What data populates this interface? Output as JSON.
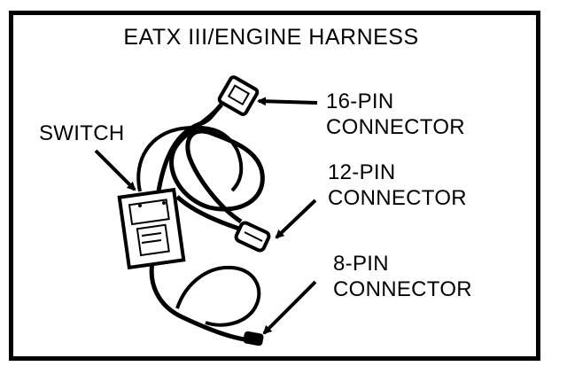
{
  "title": "EATX III/ENGINE HARNESS",
  "labels": {
    "switch": "SWITCH",
    "pin16": {
      "line1": "16-PIN",
      "line2": "CONNECTOR"
    },
    "pin12": {
      "line1": "12-PIN",
      "line2": "CONNECTOR"
    },
    "pin8": {
      "line1": "8-PIN",
      "line2": "CONNECTOR"
    }
  }
}
